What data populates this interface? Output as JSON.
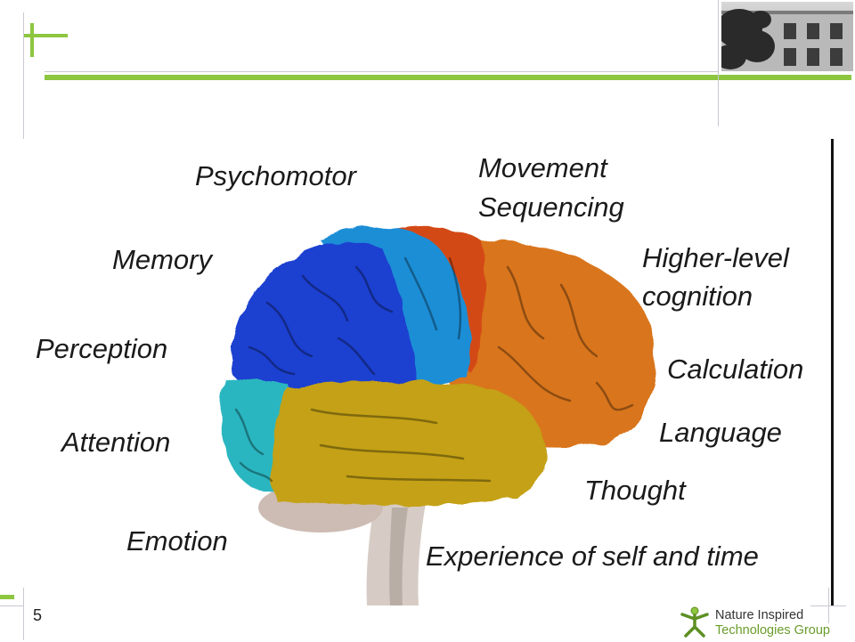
{
  "slide": {
    "page_number": "5",
    "labels": {
      "psychomotor": "Psychomotor",
      "movement": "Movement",
      "sequencing": "Sequencing",
      "memory": "Memory",
      "higher_level": "Higher-level",
      "cognition": "cognition",
      "perception": "Perception",
      "calculation": "Calculation",
      "attention": "Attention",
      "language": "Language",
      "thought": "Thought",
      "emotion": "Emotion",
      "experience": "Experience of self and time"
    }
  },
  "logo": {
    "line1": "Nature Inspired",
    "line2": "Technologies Group",
    "icon": "stick-figure-star-icon"
  },
  "colors": {
    "accent_green": "#8dc63f",
    "frontal_orange": "#d9751c",
    "motor_red": "#d34a14",
    "parietal_blue": "#1f8ed6",
    "occipital_darkblue": "#1c3fd0",
    "cerebellum_teal": "#2bb6c0",
    "temporal_yellow": "#c4a118"
  }
}
